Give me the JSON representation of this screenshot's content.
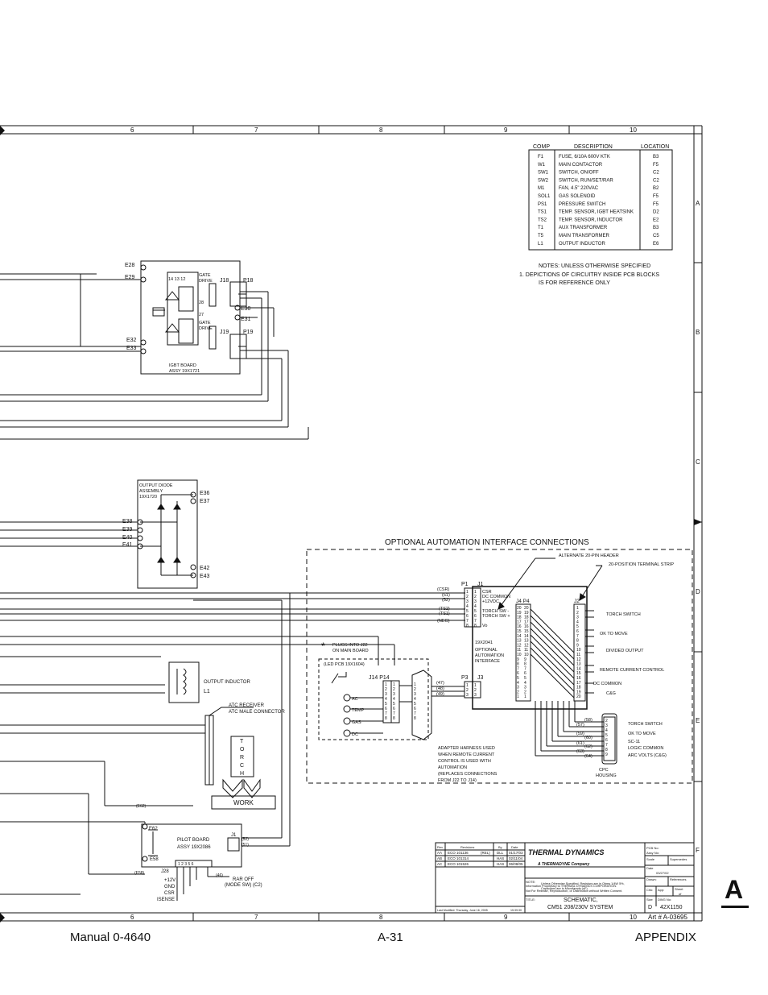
{
  "frame": {
    "columns": [
      "6",
      "7",
      "8",
      "9",
      "10"
    ],
    "rows": [
      "A",
      "B",
      "C",
      "D",
      "E",
      "F"
    ]
  },
  "component_table": {
    "headers": [
      "COMP",
      "DESCRIPTION",
      "LOCATION"
    ],
    "rows": [
      [
        "F1",
        "FUSE, 6/10A 600V KTK",
        "B3"
      ],
      [
        "W1",
        "MAIN CONTACTOR",
        "F5"
      ],
      [
        "SW1",
        "SWITCH, ON/OFF",
        "C2"
      ],
      [
        "SW2",
        "SWITCH, RUN/SET/RAR",
        "C2"
      ],
      [
        "M1",
        "FAN, 4.5\" 220VAC",
        "B2"
      ],
      [
        "SOL1",
        "GAS SOLENOID",
        "F5"
      ],
      [
        "PS1",
        "PRESSURE SWITCH",
        "F5"
      ],
      [
        "TS1",
        "TEMP. SENSOR, IGBT HEATSINK",
        "D2"
      ],
      [
        "TS2",
        "TEMP. SENSOR, INDUCTOR",
        "E2"
      ],
      [
        "T1",
        "AUX TRANSFORMER",
        "B3"
      ],
      [
        "T5",
        "MAIN TRANSFORMER",
        "C5"
      ],
      [
        "L1",
        "OUTPUT INDUCTOR",
        "E6"
      ]
    ]
  },
  "notes": {
    "title": "NOTES: UNLESS OTHERWISE SPECIFIED",
    "line1": "1. DEPICTIONS OF CIRCUITRY INSIDE PCB BLOCKS",
    "line2": "IS FOR REFERENCE ONLY"
  },
  "igbt": {
    "e28": "E28",
    "e29": "E29",
    "e32": "E32",
    "e33": "E33",
    "e30": "E30",
    "e31": "E31",
    "gate_drive_1": "GATE",
    "gate_drive_1b": "DRIVE",
    "gate_drive_2": "GATE",
    "gate_drive_2b": "DRIVE",
    "j18": "J18",
    "p18": "P18",
    "j19": "J19",
    "p19": "P19",
    "pins_top": "14  13  12",
    "pin_28": "28",
    "pin_27": "27",
    "board_label": "IGBT BOARD",
    "assy": "ASSY 19X1721"
  },
  "diode": {
    "title1": "OUTPUT DIODE",
    "title2": "ASSEMBLY",
    "title3": "19X1720",
    "e36": "E36",
    "e37": "E37",
    "e38": "E38",
    "e39": "E39",
    "e40": "E40",
    "e41": "E41",
    "e42": "E42",
    "e43": "E43"
  },
  "inductor": {
    "label": "OUTPUT INDUCTOR",
    "ref": "L1"
  },
  "atc": {
    "receiver": "ATC RECEIVER",
    "male": "ATC MALE CONNECTOR",
    "torch_letters": [
      "T",
      "O",
      "R",
      "C",
      "H"
    ],
    "work": "WORK"
  },
  "pilot": {
    "e62": "E62",
    "e58": "E58",
    "label": "PILOT BOARD",
    "assy": "ASSY 19X2086",
    "j1": "J1",
    "j28": "J28",
    "pins": "1 2 3 5   6",
    "w52": "(52)",
    "w51": "(51)",
    "e62w": "(E62)",
    "e58w": "(E58)",
    "w46": "(46)",
    "rar": "RAR OFF",
    "mode": "(MODE SW) (C2)",
    "sig": [
      "+12V",
      "GND",
      "CSR",
      "ISENSE"
    ]
  },
  "automation": {
    "title": "OPTIONAL AUTOMATION INTERFACE CONNECTIONS",
    "alt_header": "ALTERNATE 20-PIN HEADER",
    "strip": "20-POSITION TERMINAL STRIP",
    "p1": "P1",
    "j1": "J1",
    "j4p4": "J4  P4",
    "j2": "J2",
    "p3": "P3",
    "j3": "J3",
    "j1_signals": [
      "CSR",
      "DC COMMON",
      "+12VDC",
      "",
      "TORCH SW -",
      "TORCH SW +",
      "",
      "Vo"
    ],
    "left_wires": [
      "(CSR)",
      "(51)",
      "(52)",
      "(TS2)",
      "(TS1)",
      "(NEG)"
    ],
    "board": [
      "19X2041",
      "OPTIONAL",
      "AUTOMATION",
      "INTERFACE"
    ],
    "p3_wires": [
      "(47)",
      "(48)",
      "(49)"
    ],
    "plugs1": "PLUGS INTO J22",
    "plugs2": "ON MAIN BOARD",
    "led_pcb": "(LED PCB 19X1604)",
    "j14p14": "J14  P14",
    "leds": [
      "AC",
      "TEMP",
      "GAS",
      "DC"
    ],
    "right_labels": [
      "TORCH SWITCH",
      "OK TO MOVE",
      "DIVIDED OUTPUT",
      "REMOTE CURRENT CONTROL",
      "DC COMMON",
      "C&G"
    ],
    "adapter": [
      "ADAPTER HARNESS USED",
      "WHEN REMOTE CURRENT",
      "CONTROL IS USED WITH",
      "AUTOMATION",
      "(REPLACES CONNECTIONS",
      "FROM J22 TO J14)"
    ],
    "cpc_wires": [
      "(58)",
      "(57)",
      "(59)",
      "(60)",
      "(61)",
      "(62)",
      "(63)",
      "(64)"
    ],
    "cpc_labels": [
      "TORCH SWITCH",
      "OK TO MOVE",
      "SC-11",
      "LOGIC COMMON",
      "ARC VOLTS (C&G)"
    ],
    "cpc": "CPC",
    "housing": "HOUSING"
  },
  "title_block": {
    "rev": "Rev",
    "revisions": "Revisions",
    "by": "By",
    "date": "Date",
    "revs": [
      [
        "AA",
        "ECO 101136",
        "(REL)",
        "DLL",
        "01/17/03"
      ],
      [
        "AB",
        "ECO 101314",
        "",
        "HAS",
        "02/11/04"
      ],
      [
        "AC",
        "ECO 101526",
        "",
        "HAS",
        "06/08/05"
      ]
    ],
    "company": "THERMAL DYNAMICS",
    "sub": "A THERMADYNE Company",
    "info1": "Information Proprietary to THERMAL DYNAMICS CORPORATION.",
    "info2": "Not For Release, Reproduction, or Distribution without Written Consent.",
    "note1": "Unless Otherwise Specified, Resistors are in Ohms 1/4W 5%,",
    "note2": "Capacitors are in Microfarads (uF).",
    "title_lbl": "TITLE:",
    "title1": "SCHEMATIC,",
    "title2": "CM51  208/230V SYSTEM",
    "last_mod": "Last Modified: Thursday, June 16, 2005",
    "time": "15:39:30",
    "pcb": "PCB No:",
    "assy": "Assy No:",
    "scale": "Scale",
    "supersedes": "Supersedes",
    "date_lbl": "Date",
    "date_val": "03/27/02",
    "drawn": "Drawn:",
    "references": "References",
    "chk": "Chk:",
    "app": "App:",
    "sheet": "Sheet",
    "of": "of",
    "size": "Size",
    "size_val": "D",
    "dwg": "DWG No:",
    "dwg_val": "42X1150",
    "art": "Art # A-03695",
    "cmp_lbl": "NOTE:"
  },
  "footer": {
    "left": "Manual 0-4640",
    "center": "A-31",
    "right": "APPENDIX"
  },
  "badge": "A"
}
